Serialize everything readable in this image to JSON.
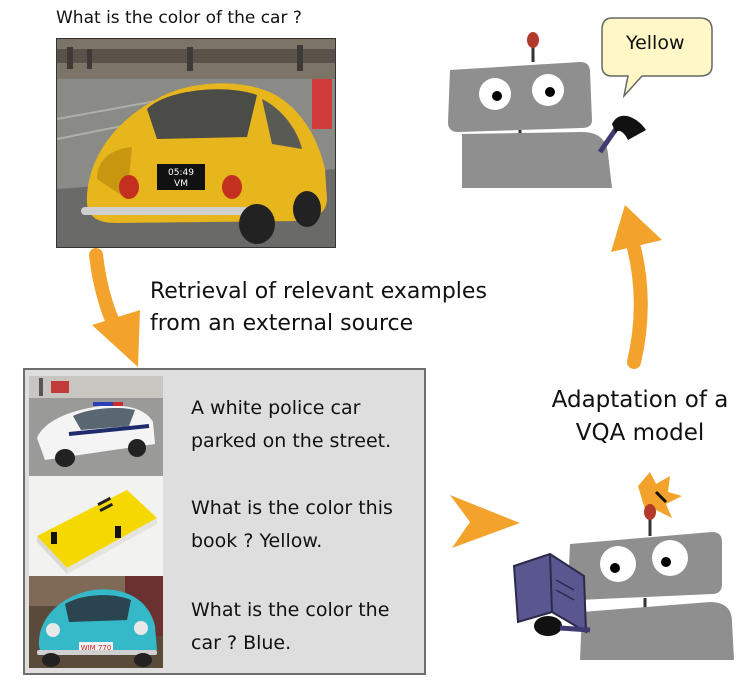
{
  "question": "What is the color of the car ?",
  "retrieval_label": {
    "line1": "Retrieval of relevant examples",
    "line2": "from an external source"
  },
  "examples": [
    {
      "line1": "A white police car",
      "line2": "parked on the street."
    },
    {
      "line1": "What is the color this",
      "line2": "book ? Yellow."
    },
    {
      "line1": "What is the color the",
      "line2": "car ? Blue."
    }
  ],
  "answer": "Yellow",
  "adaptation_label": {
    "line1": "Adaptation of a",
    "line2": "VQA model"
  },
  "photo_plates": {
    "yellow_car": [
      "05:49",
      "VM"
    ],
    "blue_car": "WIM 770"
  },
  "colors": {
    "arrow": "#f3a22b",
    "robot_body": "#8f8f8f",
    "speech_bubble": "#fff8c6",
    "examples_bg": "#dedede",
    "book": "#5a5690",
    "antenna_tip": "#b23a2a",
    "spark": "#f3a22b"
  },
  "icons": [
    "robot-answering-icon",
    "robot-reading-icon",
    "speech-bubble-icon",
    "arrow-icon",
    "spark-icon"
  ]
}
